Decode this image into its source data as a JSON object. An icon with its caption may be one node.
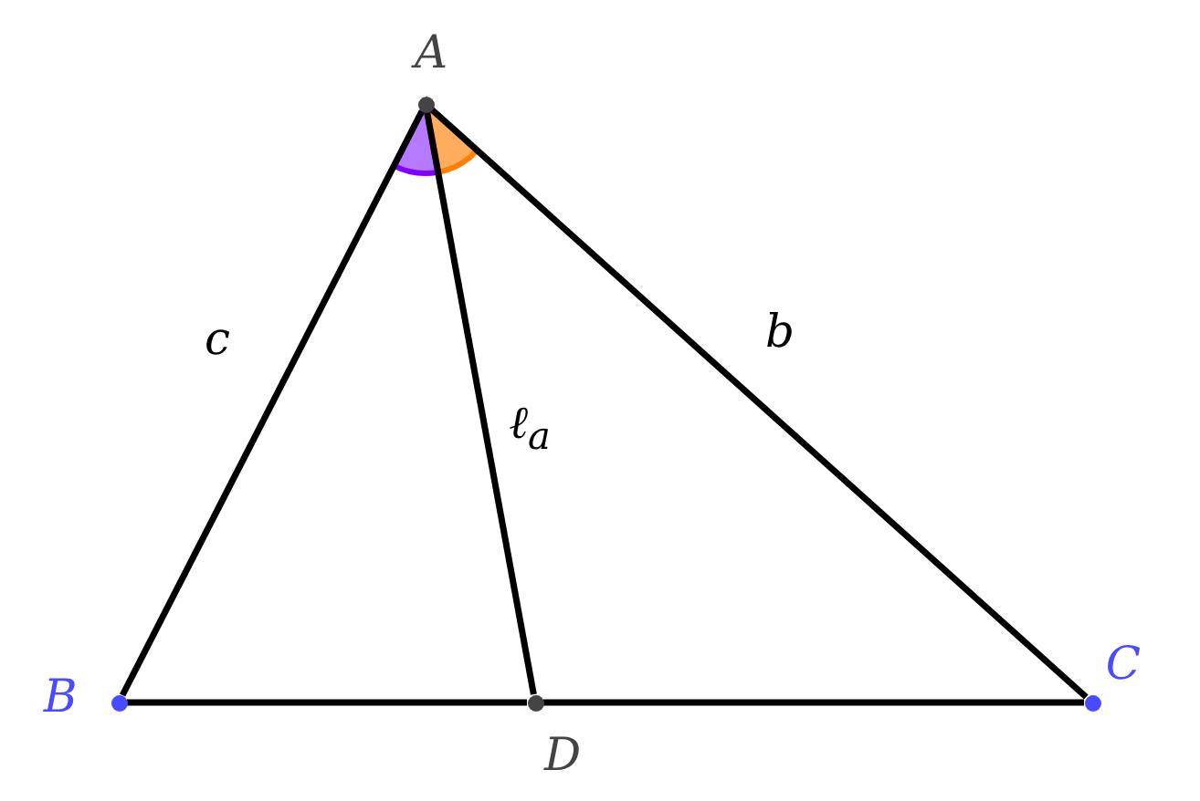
{
  "diagram": {
    "nodes": [
      {
        "text": [],
        "shape": "circle",
        "beside": [
          "A"
        ]
      },
      {
        "text": [],
        "shape": "circle",
        "beside": [
          "B"
        ]
      },
      {
        "text": [],
        "shape": "circle",
        "beside": [
          "C"
        ]
      },
      {
        "text": [],
        "shape": "circle",
        "beside": [
          "D"
        ]
      }
    ],
    "edges": [
      {
        "from": 0,
        "to": 1,
        "arrow": "none",
        "label": "c"
      },
      {
        "from": 0,
        "to": 2,
        "arrow": "none",
        "label": "b"
      },
      {
        "from": 0,
        "to": 3,
        "arrow": "none",
        "label": "ℓ$_{a}$"
      },
      {
        "from": 1,
        "to": 3,
        "arrow": "none"
      },
      {
        "from": 3,
        "to": 2,
        "arrow": "none"
      }
    ]
  }
}
